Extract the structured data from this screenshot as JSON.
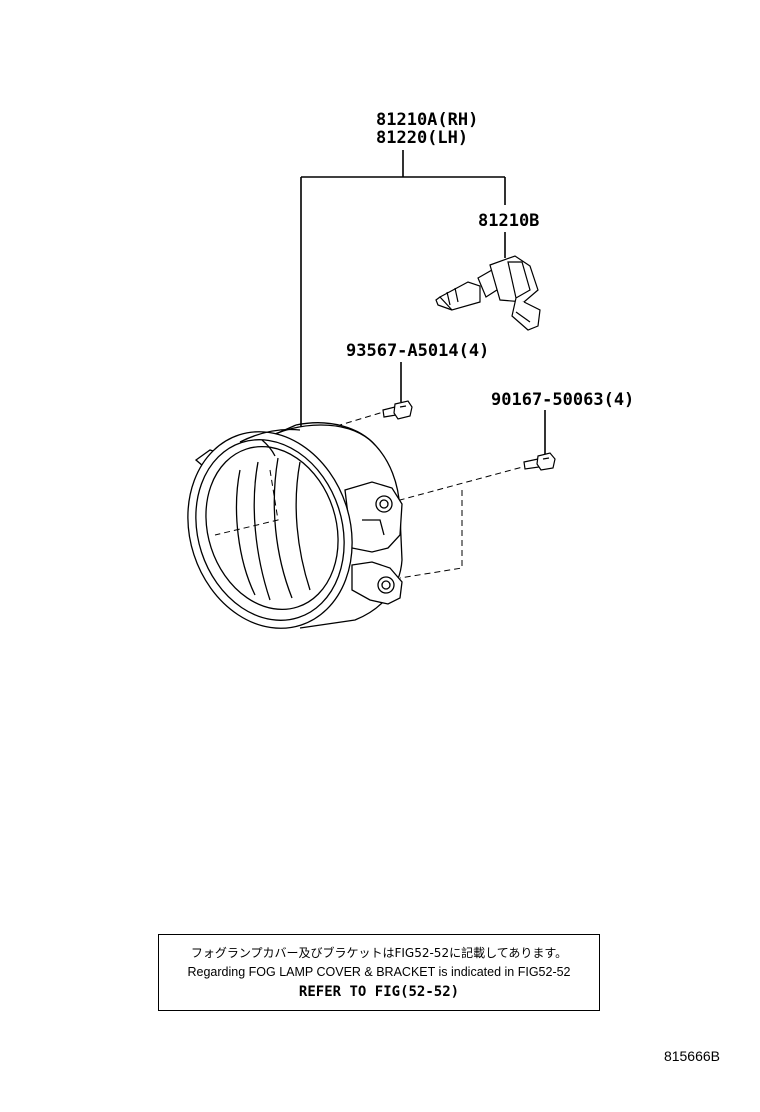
{
  "labels": {
    "assembly_rh": "81210A(RH)",
    "assembly_lh": "81220(LH)",
    "bulb": "81210B",
    "screw": "93567-A5014(4)",
    "bolt": "90167-50063(4)"
  },
  "note": {
    "japanese": "フォグランプカバー及びブラケットはFIG52-52に記載してあります。",
    "english": "Regarding FOG LAMP COVER & BRACKET is indicated in FIG52-52",
    "reference": "REFER TO FIG(52-52)"
  },
  "figure_id": "815666B"
}
